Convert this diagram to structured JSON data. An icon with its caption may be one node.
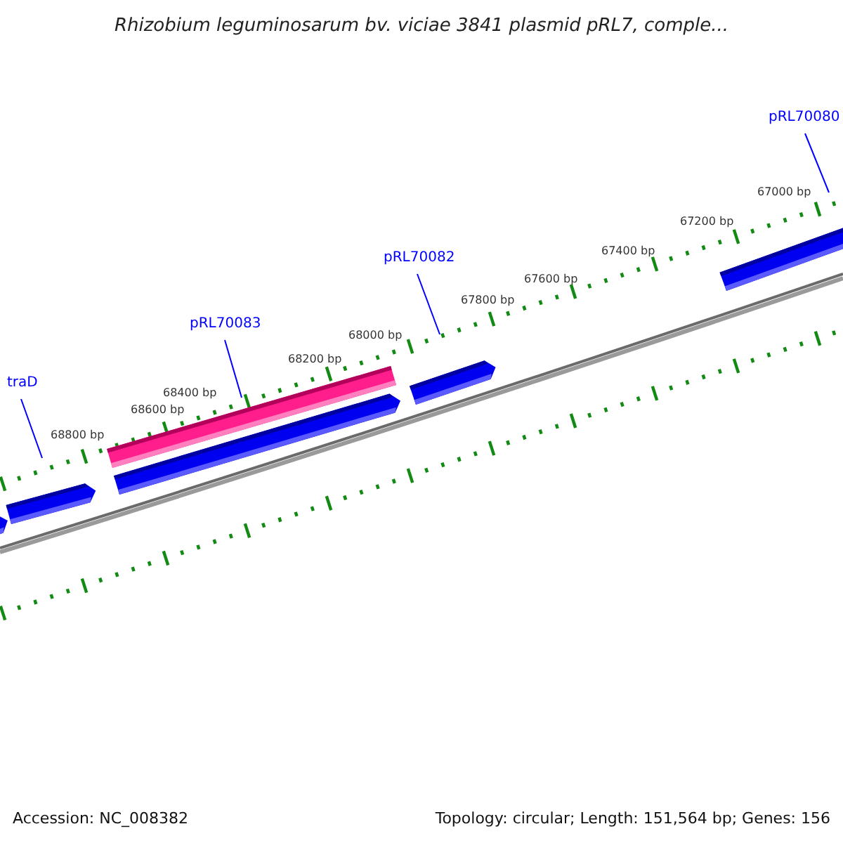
{
  "diagram": {
    "title": "Rhizobium leguminosarum bv. viciae 3841 plasmid pRL7, comple...",
    "nodes": [
      {
        "text": [
          "pRL70080"
        ]
      },
      {
        "text": [
          "pRL70082"
        ]
      },
      {
        "text": [
          "pRL70083"
        ]
      },
      {
        "text": [
          "traD"
        ]
      }
    ],
    "edges": [
      {
        "from": 0,
        "to": null,
        "arrow": "none"
      },
      {
        "from": 1,
        "to": null,
        "arrow": "none"
      },
      {
        "from": 2,
        "to": null,
        "arrow": "none"
      },
      {
        "from": 3,
        "to": null,
        "arrow": "none"
      }
    ],
    "labels": [
      "67000 bp",
      "67200 bp",
      "67400 bp",
      "67600 bp",
      "67800 bp",
      "68000 bp",
      "68200 bp",
      "68400 bp",
      "68600 bp",
      "68800 bp",
      "Accession: NC_008382",
      "Topology: circular; Length: 151,564 bp; Genes: 156"
    ]
  }
}
